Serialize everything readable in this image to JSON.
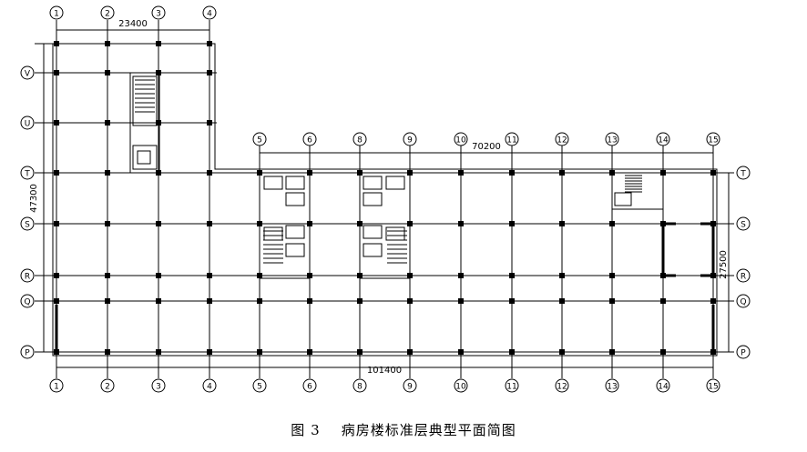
{
  "dim_top_left": "23400",
  "dim_top_right": "70200",
  "dim_bottom": "101400",
  "dim_left": "47300",
  "dim_right": "27500",
  "caption_figure": "图 3",
  "caption_text": "病房楼标准层典型平面简图",
  "col_left_top": [
    "1",
    "2",
    "3",
    "4"
  ],
  "col_right_top": [
    "5",
    "6",
    "8",
    "9",
    "10",
    "11",
    "12",
    "13",
    "14",
    "15"
  ],
  "col_bottom": [
    "1",
    "2",
    "3",
    "4",
    "5",
    "6",
    "8",
    "9",
    "10",
    "11",
    "12",
    "13",
    "14",
    "15"
  ],
  "row_left": [
    "V",
    "U",
    "T",
    "S",
    "R",
    "Q",
    "P"
  ],
  "row_right": [
    "T",
    "S",
    "R",
    "Q",
    "P"
  ]
}
